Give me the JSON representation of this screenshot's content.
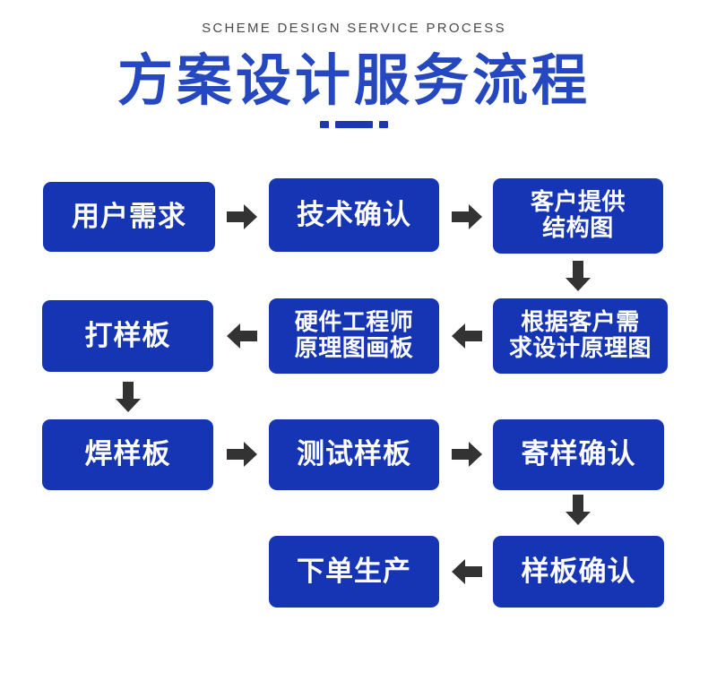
{
  "header": {
    "eyebrow": "SCHEME DESIGN SERVICE PROCESS",
    "title": "方案设计服务流程",
    "title_color": "#2547c0",
    "divider_color": "#1c37b5"
  },
  "theme": {
    "node_fill": "#1535b5",
    "node_text": "#ffffff",
    "arrow_color": "#333333",
    "background": "#ffffff"
  },
  "flow": {
    "nodes": [
      {
        "id": "n1",
        "label": "用户需求",
        "lines": 1,
        "row": 1,
        "col": 1
      },
      {
        "id": "n2",
        "label": "技术确认",
        "lines": 1,
        "row": 1,
        "col": 2
      },
      {
        "id": "n3a",
        "label": "客户提供",
        "lines": 2,
        "row": 1,
        "col": 3
      },
      {
        "id": "n3b",
        "label": "结构图",
        "lines": 2,
        "row": 1,
        "col": 3
      },
      {
        "id": "n4a",
        "label": "根据客户需",
        "lines": 2,
        "row": 2,
        "col": 3
      },
      {
        "id": "n4b",
        "label": "求设计原理图",
        "lines": 2,
        "row": 2,
        "col": 3
      },
      {
        "id": "n5a",
        "label": "硬件工程师",
        "lines": 2,
        "row": 2,
        "col": 2
      },
      {
        "id": "n5b",
        "label": "原理图画板",
        "lines": 2,
        "row": 2,
        "col": 2
      },
      {
        "id": "n6",
        "label": "打样板",
        "lines": 1,
        "row": 2,
        "col": 1
      },
      {
        "id": "n7",
        "label": "焊样板",
        "lines": 1,
        "row": 3,
        "col": 1
      },
      {
        "id": "n8",
        "label": "测试样板",
        "lines": 1,
        "row": 3,
        "col": 2
      },
      {
        "id": "n9",
        "label": "寄样确认",
        "lines": 1,
        "row": 3,
        "col": 3
      },
      {
        "id": "n10",
        "label": "样板确认",
        "lines": 1,
        "row": 4,
        "col": 3
      },
      {
        "id": "n11",
        "label": "下单生产",
        "lines": 1,
        "row": 4,
        "col": 2
      }
    ],
    "arrows": [
      {
        "id": "a1",
        "direction": "right",
        "from": "n1",
        "to": "n2"
      },
      {
        "id": "a2",
        "direction": "right",
        "from": "n2",
        "to": "n3a"
      },
      {
        "id": "a3",
        "direction": "down",
        "from": "n3a",
        "to": "n4a"
      },
      {
        "id": "a4",
        "direction": "left",
        "from": "n4a",
        "to": "n5a"
      },
      {
        "id": "a5",
        "direction": "left",
        "from": "n5a",
        "to": "n6"
      },
      {
        "id": "a6",
        "direction": "down",
        "from": "n6",
        "to": "n7"
      },
      {
        "id": "a7",
        "direction": "right",
        "from": "n7",
        "to": "n8"
      },
      {
        "id": "a8",
        "direction": "right",
        "from": "n8",
        "to": "n9"
      },
      {
        "id": "a9",
        "direction": "down",
        "from": "n9",
        "to": "n10"
      },
      {
        "id": "a10",
        "direction": "left",
        "from": "n10",
        "to": "n11"
      }
    ]
  }
}
